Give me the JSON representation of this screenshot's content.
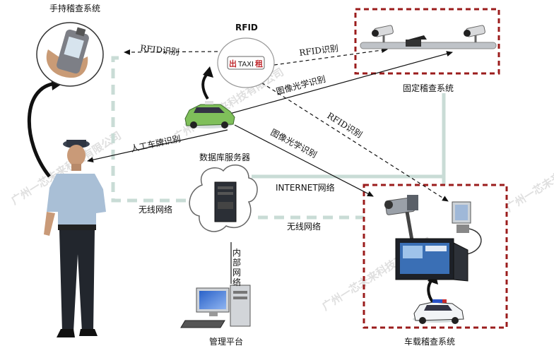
{
  "nodes": {
    "handheld": {
      "label": "手持稽查系统"
    },
    "rfid_tag": {
      "label": "RFID",
      "taxi_sign": "TAXI",
      "taxi_left": "出",
      "taxi_right": "租"
    },
    "fixed": {
      "label": "固定稽查系统"
    },
    "database": {
      "label": "数据库服务器"
    },
    "management": {
      "label": "管理平台"
    },
    "vehicle": {
      "label": "车载稽查系统"
    }
  },
  "edges": {
    "rfid_to_handheld": "RFID识别",
    "rfid_to_fixed": "RFID识别",
    "taxi_to_fixed_image": "图像光学识别",
    "taxi_to_vehicle_rfid": "RFID识别",
    "taxi_to_vehicle_image": "图像光学识别",
    "taxi_to_officer": "人工车牌识别",
    "internet": "INTERNET网络",
    "wireless_left": "无线网络",
    "wireless_right": "无线网络",
    "internal_network": [
      "内",
      "部",
      "网",
      "络"
    ]
  },
  "watermark": "广州一芯未来科技有限公司",
  "colors": {
    "dashed_box": "#9b1c1c",
    "network_line": "#c9dcd6",
    "arrow": "#111111"
  }
}
